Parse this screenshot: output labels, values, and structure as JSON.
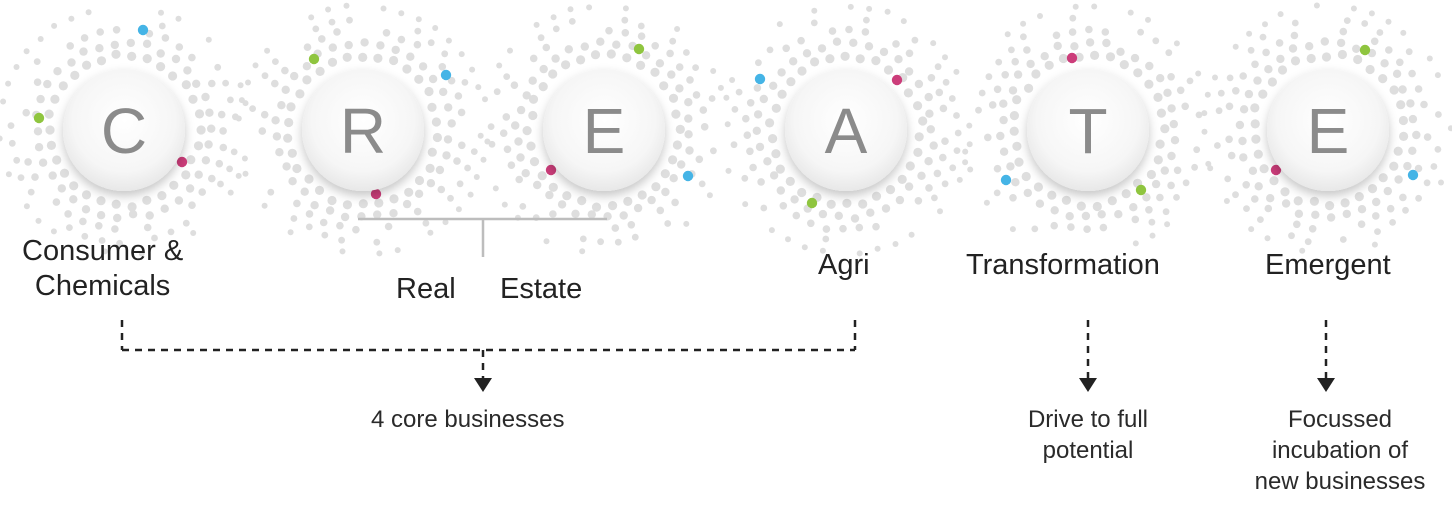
{
  "letters": [
    "C",
    "R",
    "E",
    "A",
    "T",
    "E"
  ],
  "labels": {
    "consumer_line1": "Consumer &",
    "consumer_line2": "Chemicals",
    "real": "Real",
    "estate": "Estate",
    "agri": "Agri",
    "transformation": "Transformation",
    "emergent": "Emergent"
  },
  "notes": {
    "core": "4 core businesses",
    "drive_line1": "Drive to full",
    "drive_line2": "potential",
    "focus_line1": "Focussed",
    "focus_line2": "incubation of",
    "focus_line3": "new businesses"
  },
  "colors": {
    "dot_grey": "#dedede",
    "blue": "#45b4e6",
    "green": "#8fc53f",
    "pink": "#cc3d7a",
    "letter": "#8b8b8b",
    "text": "#222222"
  }
}
